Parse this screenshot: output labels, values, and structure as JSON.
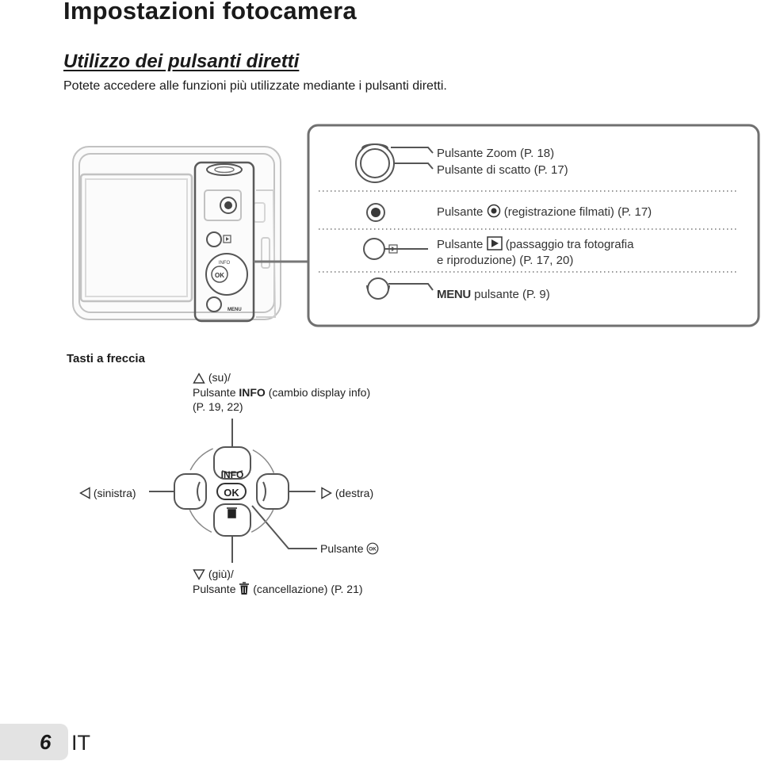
{
  "page_title": "Impostazioni fotocamera",
  "section_title": "Utilizzo dei pulsanti diretti",
  "intro": "Potete accedere alle funzioni più utilizzate mediante i pulsanti diretti.",
  "callouts": {
    "zoom": "Pulsante Zoom (P. 18)",
    "shutter": "Pulsante di scatto (P. 17)",
    "movie_prefix": "Pulsante",
    "movie_suffix": "(registrazione filmati) (P. 17)",
    "playback_prefix": "Pulsante",
    "playback_suffix": "(passaggio tra fotografia",
    "playback_line2": "e riproduzione) (P. 17, 20)",
    "menu_word": "MENU",
    "menu_suffix": "pulsante (P. 9)"
  },
  "camera_labels": {
    "info": "INFO",
    "ok": "OK",
    "menu": "MENU"
  },
  "arrow_keys": {
    "title": "Tasti a freccia",
    "up_line1": "(su)/",
    "up_line2_prefix": "Pulsante",
    "up_line2_bold": "INFO",
    "up_line2_suffix": "(cambio display info)",
    "up_line3": "(P. 19, 22)",
    "left": "(sinistra)",
    "right": "(destra)",
    "ok_prefix": "Pulsante",
    "down_line1": "(giù)/",
    "down_line2_prefix": "Pulsante",
    "down_line2_suffix": "(cancellazione) (P. 21)"
  },
  "dpad_labels": {
    "info": "INFO",
    "ok": "OK",
    "ok_icon": "OK"
  },
  "footer": {
    "page_number": "6",
    "lang": "IT"
  },
  "icons": [
    "movie-record-icon",
    "playback-icon",
    "menu-label-icon",
    "trash-icon",
    "triangle-up-icon",
    "triangle-left-icon",
    "triangle-right-icon",
    "triangle-down-icon",
    "ok-circle-icon"
  ]
}
